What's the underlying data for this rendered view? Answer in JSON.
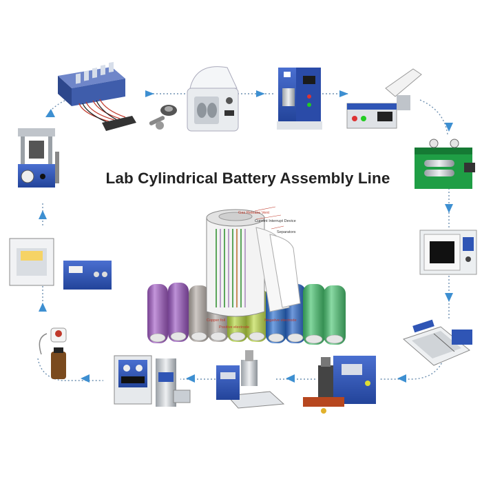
{
  "title": "Lab Cylindrical Battery Assembly Line",
  "cell_labels": {
    "gas_release_vent": "Gas Release Vent",
    "current_interrupt_device": "Current Interrupt Device",
    "separators": "Separators",
    "copper_foil": "Copper foil",
    "positive_electrode": "Positive electrode",
    "negative_electrode": "Negative electrode"
  },
  "colors": {
    "flow_arrow": "#3d8fd1",
    "machine_blue": "#2f55b5",
    "machine_green": "#1f9e45",
    "label_red": "#c0392b"
  },
  "icons": {
    "equipment": "machine-icon",
    "flow": "arrow-icon"
  }
}
